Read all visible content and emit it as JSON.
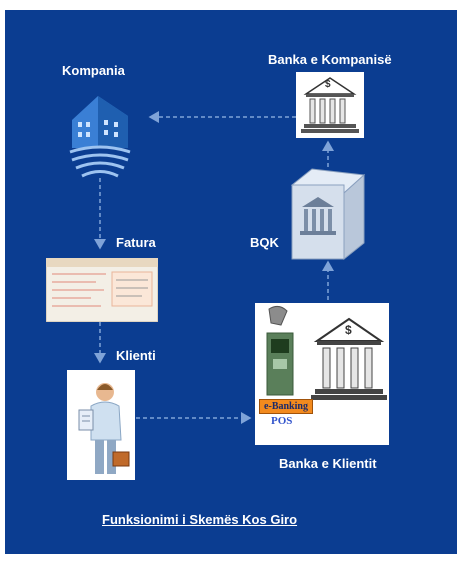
{
  "labels": {
    "company": "Kompania",
    "company_bank": "Banka e Kompanisë",
    "central_bank": "BQK",
    "invoice": "Fatura",
    "client": "Klienti",
    "client_bank": "Banka e Klientit"
  },
  "client_bank_box": {
    "ebanking": "e-Banking",
    "pos": "POS",
    "bank_sign": "$"
  },
  "company_bank_sign": "$",
  "caption": "Funksionimi i Skemës Kos Giro",
  "colors": {
    "background": "#0b3d91",
    "arrow": "#7fa3d8",
    "text": "#ffffff"
  }
}
